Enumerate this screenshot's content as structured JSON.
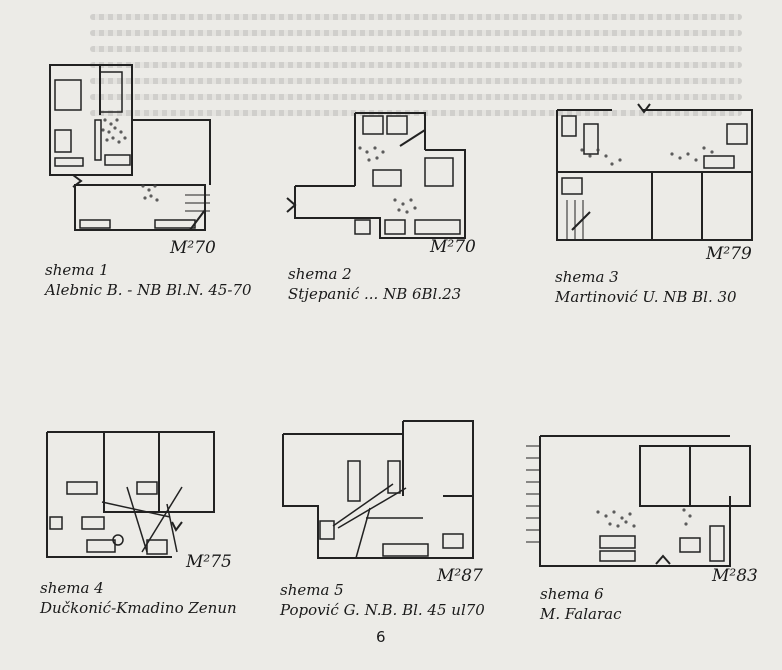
{
  "page_number": "6",
  "schemes": [
    {
      "area": "M²70",
      "title": "shema 1",
      "subtitle": "Alebnic B. - NB Bl.N. 45-70"
    },
    {
      "area": "M²70",
      "title": "shema 2",
      "subtitle": "Stjepanić ... NB 6Bl.23"
    },
    {
      "area": "M²79",
      "title": "shema 3",
      "subtitle": "Martinović U. NB Bl. 30"
    },
    {
      "area": "M²75",
      "title": "shema 4",
      "subtitle": "Dučkonić-Kmadino Zenun"
    },
    {
      "area": "M²87",
      "title": "shema 5",
      "subtitle": "Popović G. N.B. Bl. 45 ul70"
    },
    {
      "area": "M²83",
      "title": "shema 6",
      "subtitle": "M. Falarac"
    }
  ]
}
